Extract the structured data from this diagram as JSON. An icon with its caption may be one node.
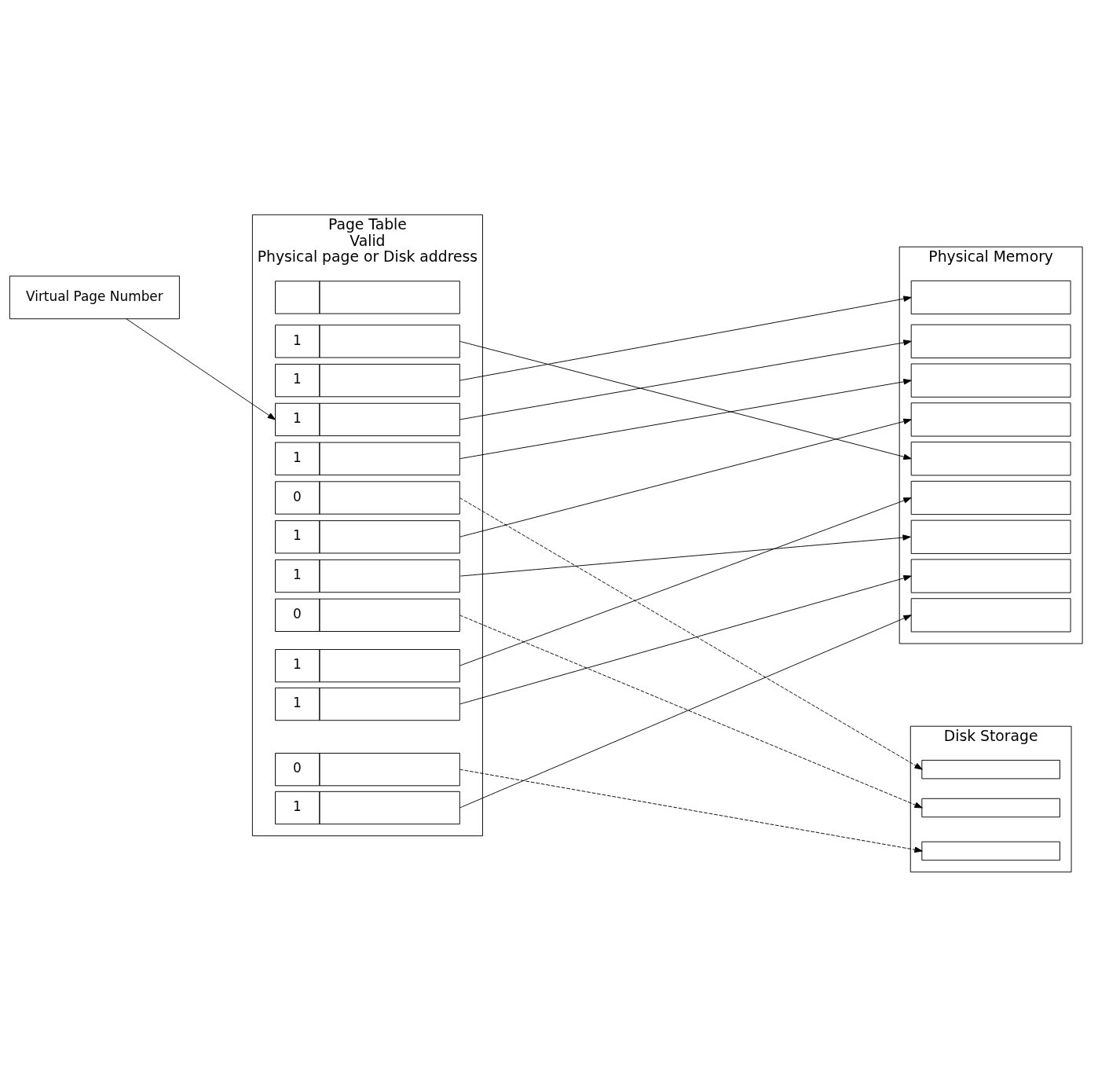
{
  "diagram": {
    "nodes": [
      {
        "text": [
          "Virtual Page Number"
        ]
      },
      {
        "text": [
          "Page Table",
          "Valid",
          "Physical page or Disk address"
        ]
      },
      {
        "text": [],
        "shape": "box",
        "in": 1
      },
      {
        "text": [
          "1"
        ],
        "in": 1
      },
      {
        "text": [
          "1"
        ],
        "in": 1
      },
      {
        "text": [
          "1"
        ],
        "in": 1
      },
      {
        "text": [
          "1"
        ],
        "in": 1
      },
      {
        "text": [
          "0"
        ],
        "in": 1
      },
      {
        "text": [
          "1"
        ],
        "in": 1
      },
      {
        "text": [
          "1"
        ],
        "in": 1
      },
      {
        "text": [
          "0"
        ],
        "in": 1
      },
      {
        "text": [
          "1"
        ],
        "in": 1
      },
      {
        "text": [
          "1"
        ],
        "in": 1
      },
      {
        "text": [
          "0"
        ],
        "in": 1
      },
      {
        "text": [
          "1"
        ],
        "in": 1
      },
      {
        "text": [
          "Physical Memory"
        ]
      },
      {
        "text": [],
        "shape": "box",
        "in": 15
      },
      {
        "text": [],
        "shape": "box",
        "in": 15
      },
      {
        "text": [],
        "shape": "box",
        "in": 15
      },
      {
        "text": [],
        "shape": "box",
        "in": 15
      },
      {
        "text": [],
        "shape": "box",
        "in": 15
      },
      {
        "text": [],
        "shape": "box",
        "in": 15
      },
      {
        "text": [],
        "shape": "box",
        "in": 15
      },
      {
        "text": [],
        "shape": "box",
        "in": 15
      },
      {
        "text": [],
        "shape": "box",
        "in": 15
      },
      {
        "text": [
          "Disk Storage"
        ]
      },
      {
        "text": [],
        "shape": "bar",
        "in": 25
      },
      {
        "text": [],
        "shape": "bar",
        "in": 25
      },
      {
        "text": [],
        "shape": "bar",
        "in": 25
      }
    ],
    "edges": [
      {
        "from": 0,
        "to": 5,
        "arrow": "to"
      },
      {
        "from": 3,
        "to": 20,
        "arrow": "to"
      },
      {
        "from": 4,
        "to": 16,
        "arrow": "to"
      },
      {
        "from": 5,
        "to": 17,
        "arrow": "to"
      },
      {
        "from": 6,
        "to": 18,
        "arrow": "to"
      },
      {
        "from": 8,
        "to": 19,
        "arrow": "to"
      },
      {
        "from": 9,
        "to": 22,
        "arrow": "to"
      },
      {
        "from": 11,
        "to": 21,
        "arrow": "to"
      },
      {
        "from": 12,
        "to": 23,
        "arrow": "to"
      },
      {
        "from": 14,
        "to": 24,
        "arrow": "to"
      },
      {
        "from": 7,
        "to": 26,
        "arrow": "to",
        "style": "dashed"
      },
      {
        "from": 10,
        "to": 27,
        "arrow": "to",
        "style": "dashed"
      },
      {
        "from": 13,
        "to": 28,
        "arrow": "to",
        "style": "dashed"
      }
    ]
  }
}
